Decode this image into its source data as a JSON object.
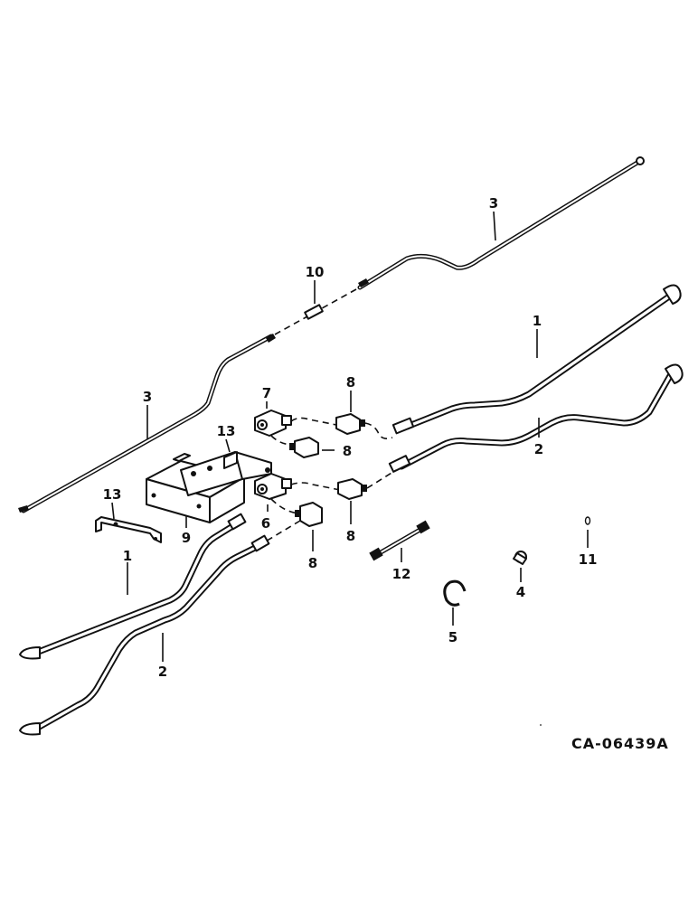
{
  "diagram": {
    "drawing_number": "CA-06439A",
    "callouts": {
      "c1_top": "1",
      "c1_bottom": "1",
      "c2_top": "2",
      "c2_bottom": "2",
      "c3_top": "3",
      "c3_left": "3",
      "c4": "4",
      "c5": "5",
      "c6": "6",
      "c7": "7",
      "c8_a": "8",
      "c8_b": "8",
      "c8_c": "8",
      "c8_d": "8",
      "c9": "9",
      "c10": "10",
      "c11": "11",
      "c12": "12",
      "c13_a": "13",
      "c13_b": "13"
    }
  }
}
